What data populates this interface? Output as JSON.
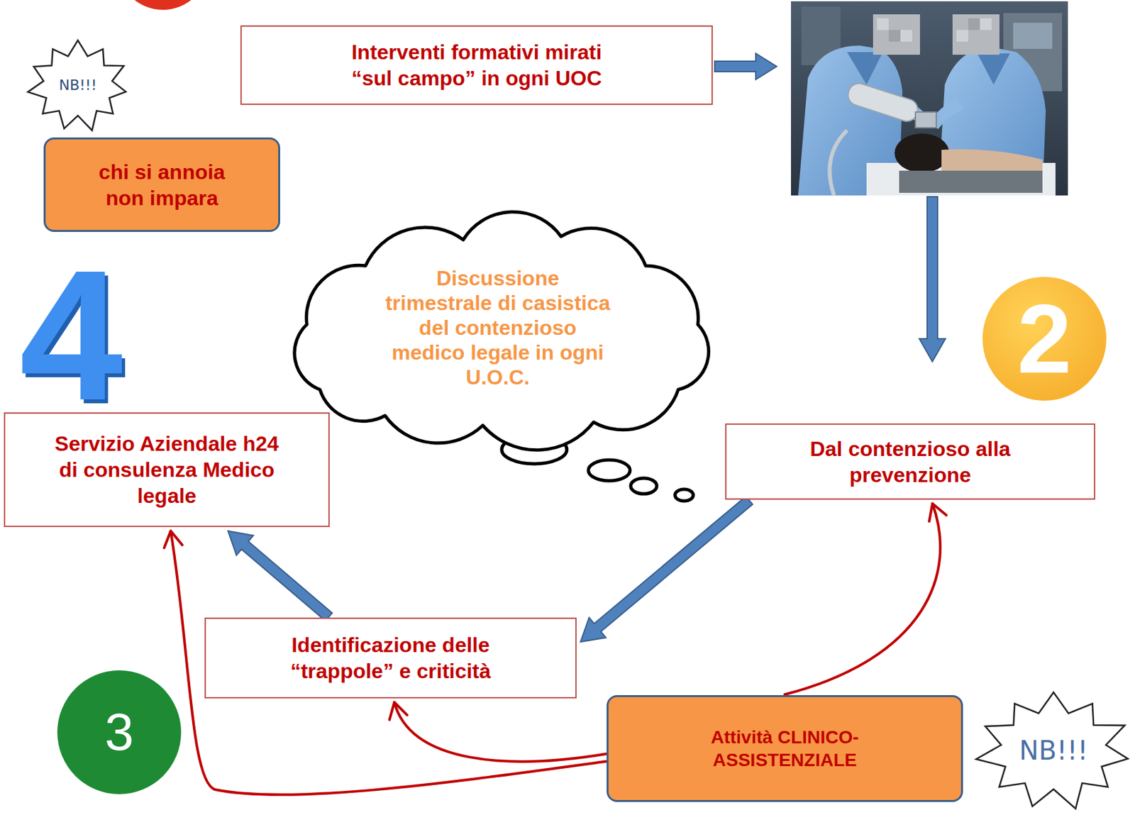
{
  "diagram": {
    "nodes": [
      {
        "text": [
          "NB!!!"
        ]
      },
      {
        "text": [
          "Interventi formativi mirati “sul campo” in ogni UOC"
        ]
      },
      {
        "text": [
          "chi si annoia non impara"
        ]
      },
      {
        "text": [
          "Discussione trimestrale di casistica del contenzioso medico legale in ogni U.O.C."
        ]
      },
      {
        "text": [
          "2"
        ]
      },
      {
        "text": [
          "Servizio Aziendale h24 di consulenza Medico legale"
        ]
      },
      {
        "text": [
          "Dal contenzioso alla prevenzione"
        ]
      },
      {
        "text": [
          "Identificazione delle “trappole” e criticità"
        ]
      },
      {
        "text": [
          "3"
        ]
      },
      {
        "text": [
          "Attività CLINICO-ASSISTENZIALE"
        ]
      },
      {
        "text": [
          "NB!!!"
        ]
      }
    ],
    "edges": [
      {
        "from": 6,
        "to": 7,
        "arrow": "to"
      },
      {
        "from": 7,
        "to": 5,
        "arrow": "to"
      },
      {
        "from": 9,
        "to": 7,
        "arrow": "to"
      },
      {
        "from": 9,
        "to": 5,
        "arrow": "to"
      },
      {
        "from": 9,
        "to": 6,
        "arrow": "to"
      }
    ],
    "labels": [
      "4"
    ]
  }
}
